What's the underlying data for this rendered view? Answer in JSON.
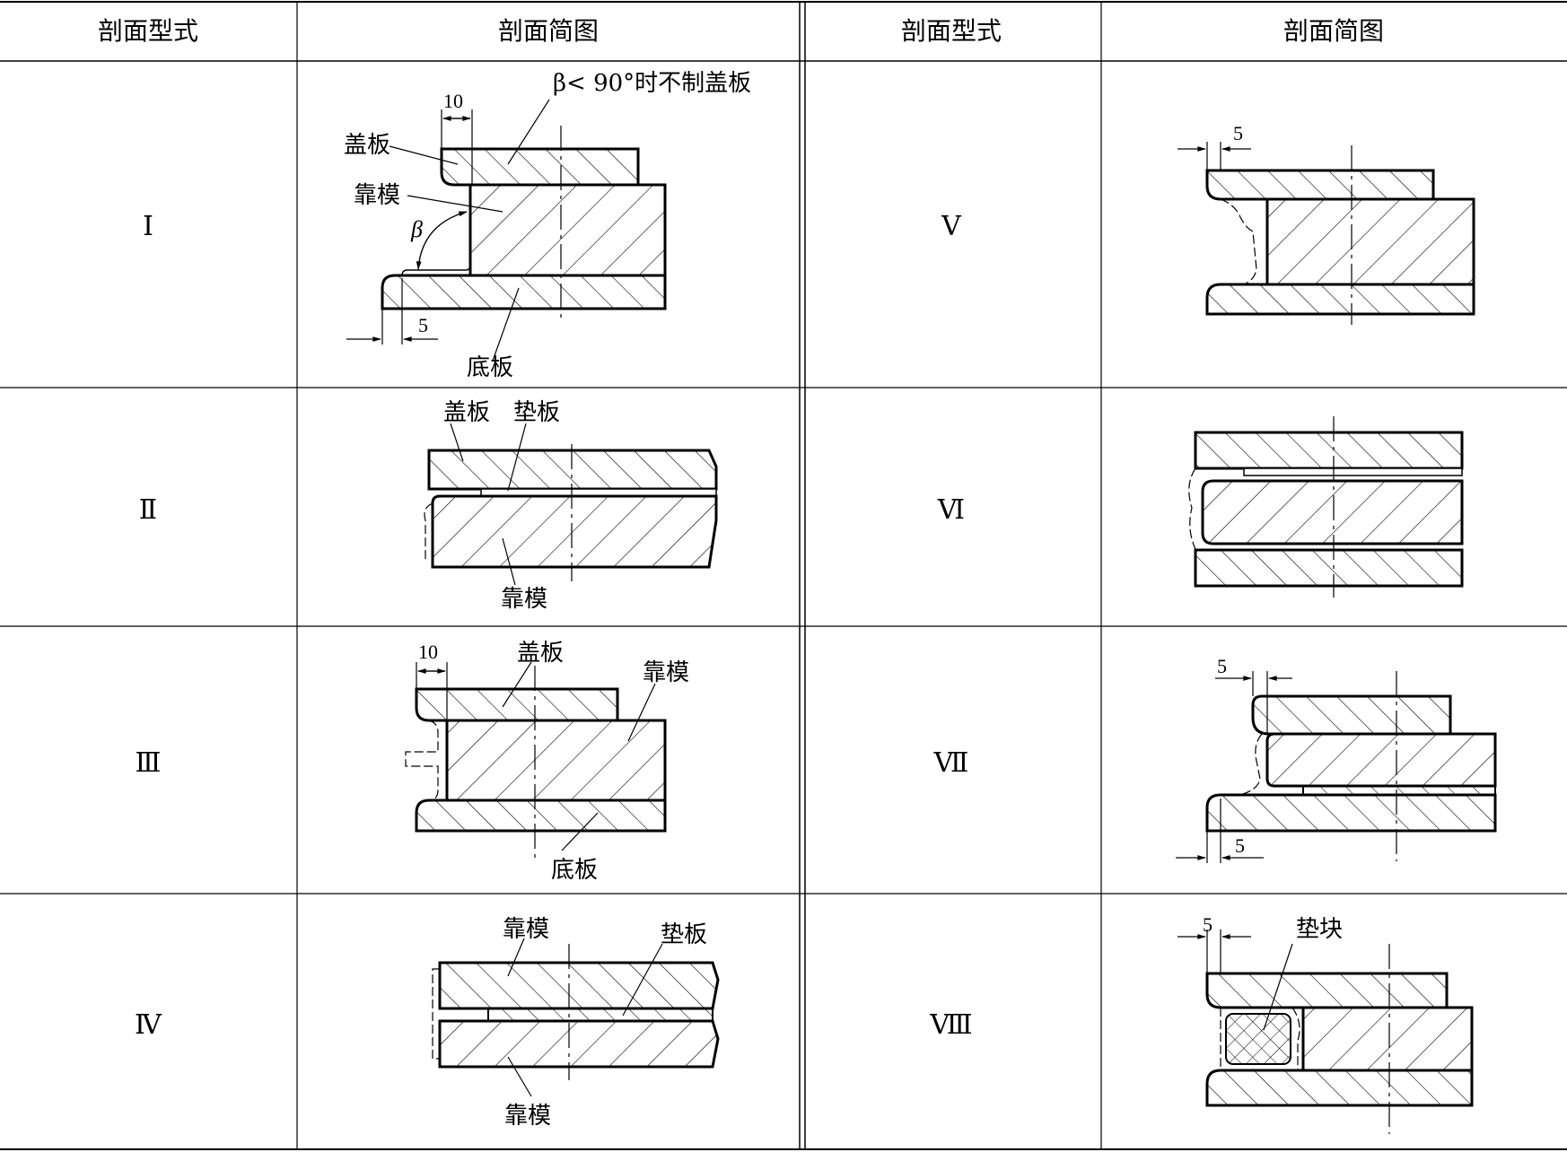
{
  "header": {
    "left_type": "剖面型式",
    "left_sketch": "剖面简图",
    "right_type": "剖面型式",
    "right_sketch": "剖面简图"
  },
  "rows": [
    {
      "numeral": "Ⅰ",
      "labels": {
        "cover": "盖板",
        "mold": "靠模",
        "base": "底板",
        "beta": "β",
        "note": "β< 90°时不制盖板",
        "dim_top": "10",
        "dim_bottom": "5"
      }
    },
    {
      "numeral": "Ⅱ",
      "labels": {
        "cover": "盖板",
        "shim": "垫板",
        "mold": "靠模"
      }
    },
    {
      "numeral": "Ⅲ",
      "labels": {
        "dim_top": "10",
        "cover": "盖板",
        "mold": "靠模",
        "base": "底板"
      }
    },
    {
      "numeral": "Ⅳ",
      "labels": {
        "mold_top": "靠模",
        "shim": "垫板",
        "mold_bottom": "靠模"
      }
    },
    {
      "numeral": "Ⅴ",
      "labels": {
        "dim_top": "5"
      }
    },
    {
      "numeral": "Ⅵ",
      "labels": {}
    },
    {
      "numeral": "Ⅶ",
      "labels": {
        "dim_top": "5",
        "dim_bottom": "5"
      }
    },
    {
      "numeral": "Ⅷ",
      "labels": {
        "dim_top": "5",
        "block": "垫块"
      }
    }
  ]
}
